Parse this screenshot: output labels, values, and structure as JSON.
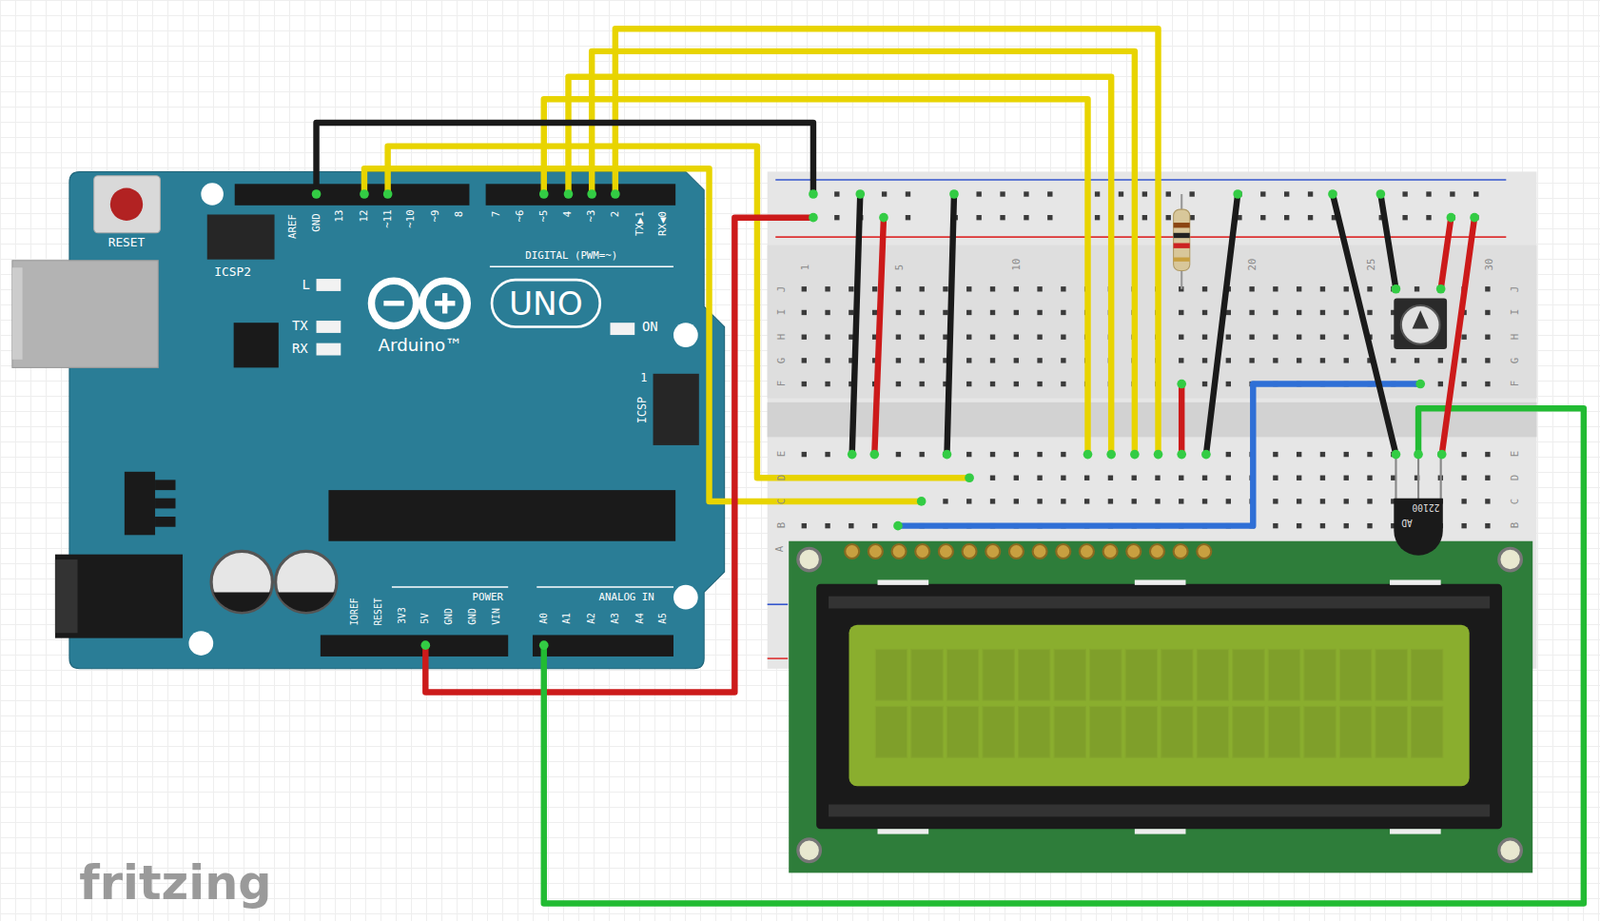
{
  "diagram": {
    "labels": [
      "RESET",
      "ICSP2",
      "AREF",
      "GND",
      "13",
      "12",
      "~11",
      "~10",
      "~9",
      "8",
      "7",
      "~6",
      "~5",
      "4",
      "~3",
      "2",
      "TX▶1",
      "RX◀0",
      "DIGITAL (PWM=~)",
      "L",
      "TX",
      "RX",
      "UNO",
      "Arduino™",
      "ON",
      "1",
      "ICSP",
      "IOREF",
      "RESET",
      "3V3",
      "5V",
      "GND",
      "GND",
      "VIN",
      "POWER",
      "ANALOG IN",
      "A0",
      "A1",
      "A2",
      "A3",
      "A4",
      "A5",
      "1",
      "5",
      "10",
      "20",
      "25",
      "30",
      "J",
      "I",
      "H",
      "G",
      "F",
      "E",
      "D",
      "C",
      "B",
      "A",
      "J",
      "I",
      "H",
      "G",
      "F",
      "E",
      "D",
      "C",
      "B",
      "AD",
      "22100",
      "fritzing"
    ]
  }
}
